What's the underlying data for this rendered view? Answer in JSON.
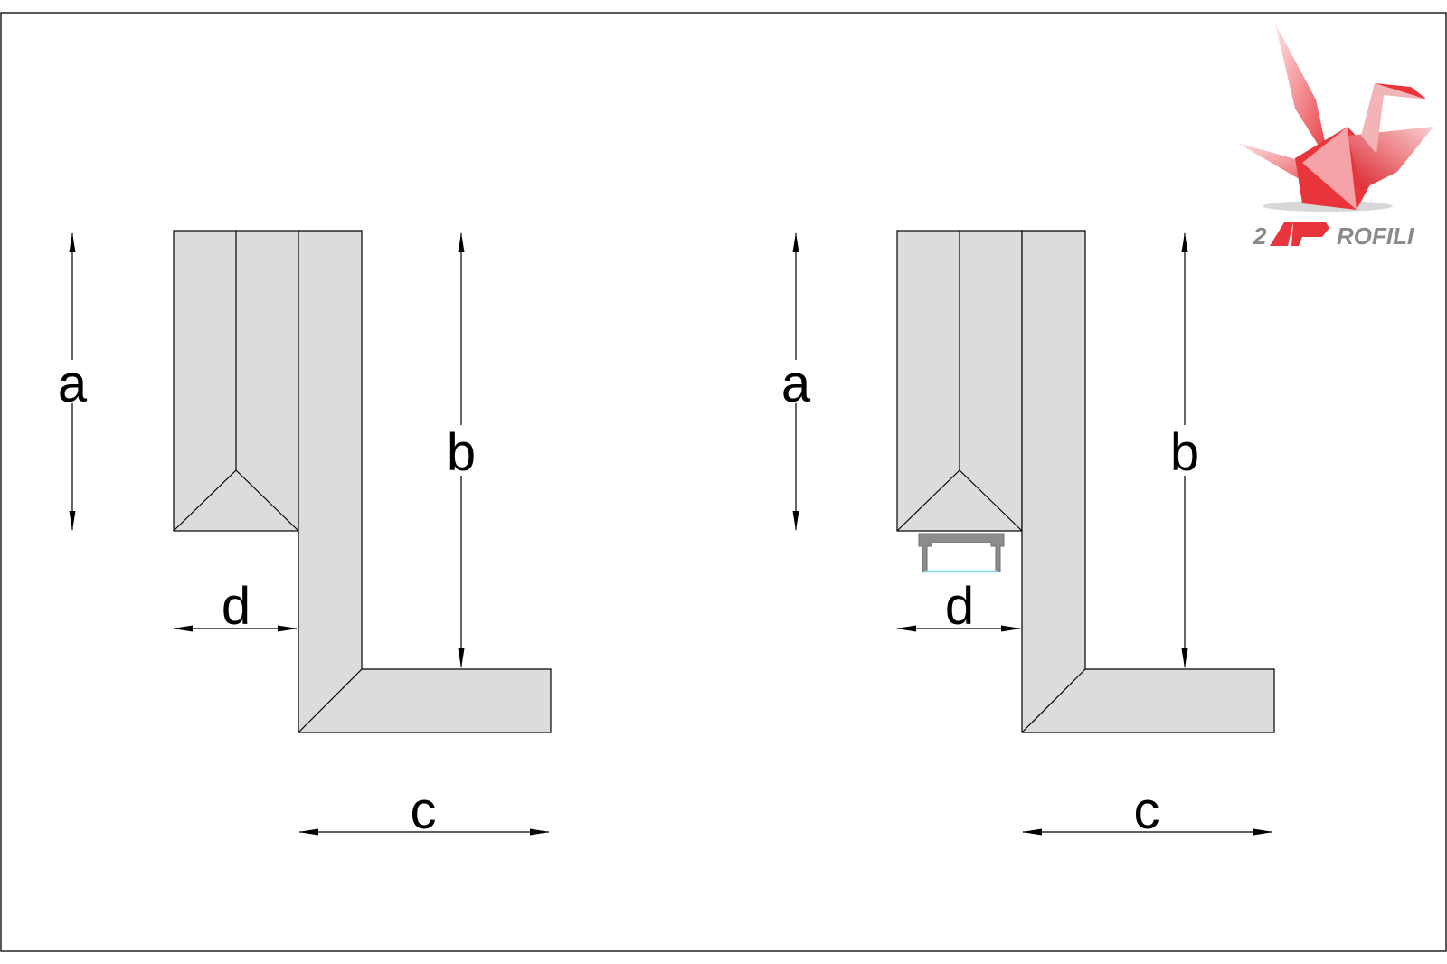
{
  "colors": {
    "background": "#ffffff",
    "frame": "#222222",
    "fill": "#dcdcdc",
    "line": "#000000",
    "led_profile": "#8c8c8c",
    "led_diffuser": "#7fdbe6",
    "logo_red": "#e8353c",
    "logo_pink": "#f5a3a8",
    "logo_gray": "#8a8a8a"
  },
  "diagrams": [
    {
      "id": "left",
      "has_led_profile": false,
      "labels": {
        "a": "a",
        "b": "b",
        "c": "c",
        "d": "d"
      }
    },
    {
      "id": "right",
      "has_led_profile": true,
      "labels": {
        "a": "a",
        "b": "b",
        "c": "c",
        "d": "d"
      }
    }
  ],
  "logo": {
    "brand_prefix": "2",
    "brand_suffix": "ROFILI",
    "icon": "origami-crane-icon"
  }
}
